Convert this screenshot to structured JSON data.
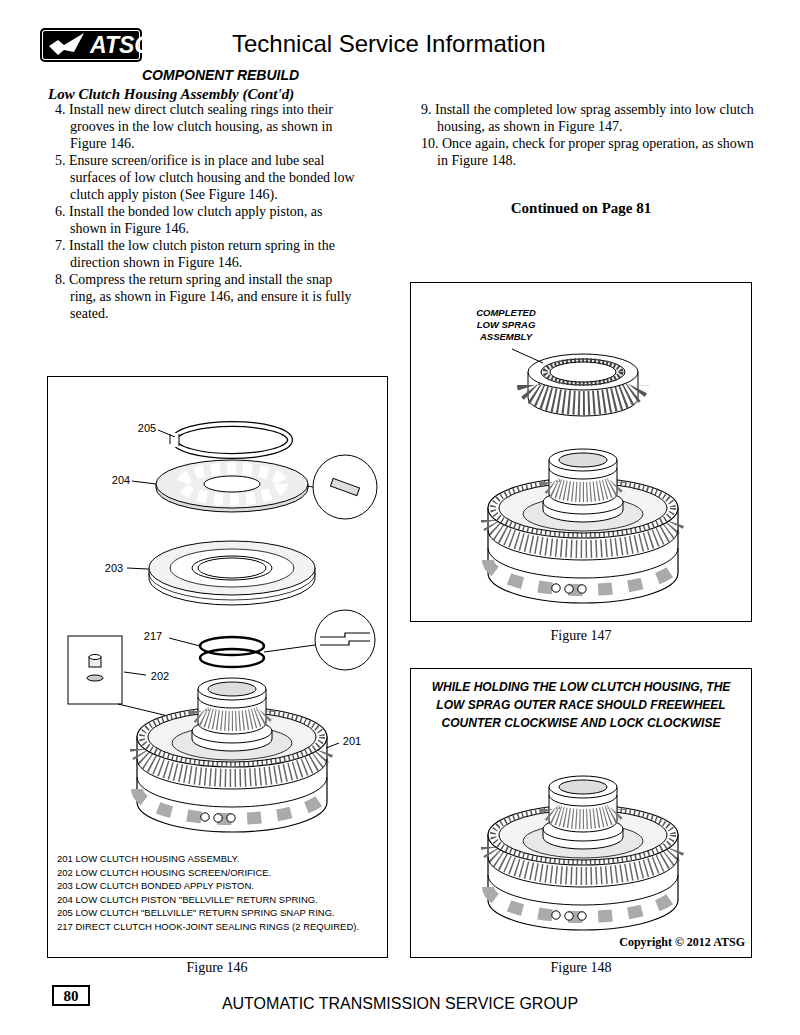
{
  "diagram": {
    "title": "Technical Service Information",
    "nodes": [
      {
        "text": [
          "ATSG"
        ]
      },
      {
        "text": [
          "201 LOW CLUTCH HOUSING ASSEMBLY.",
          "202 LOW CLUTCH HOUSING SCREEN/ORIFICE.",
          "203 LOW CLUTCH BONDED APPLY PISTON.",
          "204 LOW CLUTCH PISTON \"BELLVILLE\" RETURN SPRING.",
          "205 LOW CLUTCH \"BELLVILLE\" RETURN SPRING SNAP RING.",
          "217 DIRECT CLUTCH HOOK-JOINT SEALING RINGS (2 REQUIRED)."
        ]
      },
      {
        "text": [
          "COMPLETED LOW SPRAG ASSEMBLY"
        ]
      },
      {
        "text": [
          "WHILE HOLDING THE LOW CLUTCH HOUSING, THE LOW SPRAG OUTER RACE SHOULD FREEWHEEL COUNTER CLOCKWISE AND LOCK CLOCKWISE",
          "Copyright © 2012 ATSG"
        ]
      },
      {
        "text": [
          "80"
        ]
      }
    ],
    "labels": [
      "COMPONENT REBUILD",
      "Low Clutch Housing Assembly (Cont'd)",
      "4. Install new direct clutch sealing rings into their grooves in the low clutch housing, as shown in Figure 146.",
      "5. Ensure screen/orifice is in place and lube seal surfaces of low clutch housing and the bonded low clutch apply piston (See Figure 146).",
      "6. Install the bonded low clutch apply piston, as shown in Figure 146.",
      "7. Install the low clutch piston return spring in the direction shown in Figure 146.",
      "8. Compress the return spring and install the snap ring, as shown in Figure 146, and ensure it is fully seated.",
      "9. Install the completed low sprag assembly into low clutch housing, as shown in Figure 147.",
      "10. Once again, check for proper sprag operation, as shown in Figure 148.",
      "Continued on Page 81",
      "205",
      "204",
      "203",
      "217",
      "202",
      "201",
      "Figure 147",
      "Figure 146",
      "Figure 148",
      "AUTOMATIC TRANSMISSION SERVICE GROUP"
    ]
  }
}
